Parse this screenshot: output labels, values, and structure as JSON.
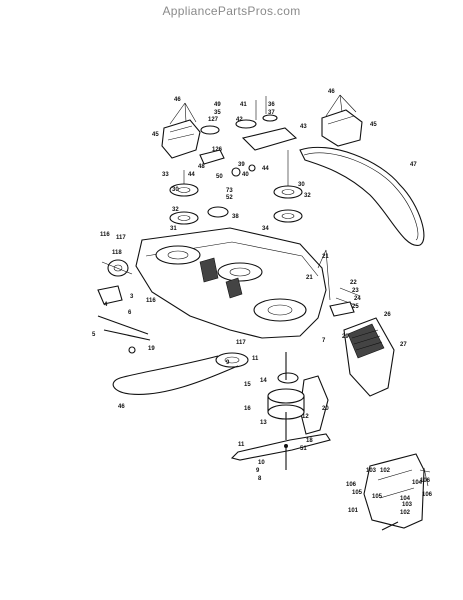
{
  "watermark": "AppliancePartsPros.com",
  "callouts": [
    "46",
    "49",
    "41",
    "36",
    "37",
    "35",
    "127",
    "42",
    "43",
    "45",
    "46",
    "45",
    "47",
    "126",
    "50",
    "40",
    "48",
    "44",
    "33",
    "39",
    "44",
    "73",
    "52",
    "30",
    "30",
    "32",
    "32",
    "38",
    "31",
    "34",
    "21",
    "21",
    "116",
    "117",
    "118",
    "116",
    "22",
    "23",
    "24",
    "25",
    "3",
    "4",
    "6",
    "5",
    "19",
    "26",
    "29",
    "27",
    "7",
    "11",
    "117",
    "9",
    "14",
    "46",
    "15",
    "16",
    "20",
    "13",
    "12",
    "11",
    "51",
    "10",
    "9",
    "8",
    "18",
    "106",
    "103",
    "102",
    "104",
    "105",
    "106",
    "103",
    "104",
    "105",
    "101",
    "102",
    "106"
  ]
}
